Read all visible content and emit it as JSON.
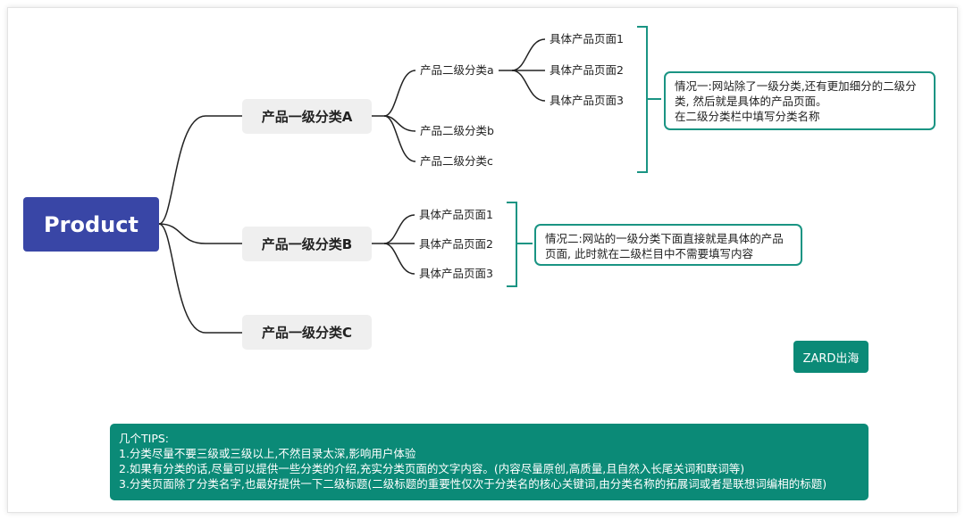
{
  "root": "Product",
  "level1": [
    {
      "label": "产品一级分类A",
      "children": [
        {
          "label": "产品二级分类a",
          "children": [
            "具体产品页面1",
            "具体产品页面2",
            "具体产品页面3"
          ]
        },
        {
          "label": "产品二级分类b"
        },
        {
          "label": "产品二级分类c"
        }
      ]
    },
    {
      "label": "产品一级分类B",
      "children": [
        "具体产品页面1",
        "具体产品页面2",
        "具体产品页面3"
      ]
    },
    {
      "label": "产品一级分类C"
    }
  ],
  "notes": {
    "case1": [
      "情况一:网站除了一级分类,还有更加细分的二级分",
      "类, 然后就是具体的产品页面。",
      "在二级分类栏中填写分类名称"
    ],
    "case2": [
      "情况二:网站的一级分类下面直接就是具体的产品",
      "页面, 此时就在二级栏目中不需要填写内容"
    ]
  },
  "badge": "ZARD出海",
  "tips": {
    "title": "几个TIPS:",
    "items": [
      "1.分类尽量不要三级或三级以上,不然目录太深,影响用户体验",
      "2.如果有分类的话,尽量可以提供一些分类的介绍,充实分类页面的文字内容。(内容尽量原创,高质量,且自然入长尾关词和联词等)",
      "3.分类页面除了分类名字,也最好提供一下二级标题(二级标题的重要性仅次于分类名的核心关键词,由分类名称的拓展词或者是联想词编相的标题)"
    ]
  },
  "colors": {
    "root": "#3946a6",
    "accent": "#0b8a77",
    "node": "#efefef"
  }
}
